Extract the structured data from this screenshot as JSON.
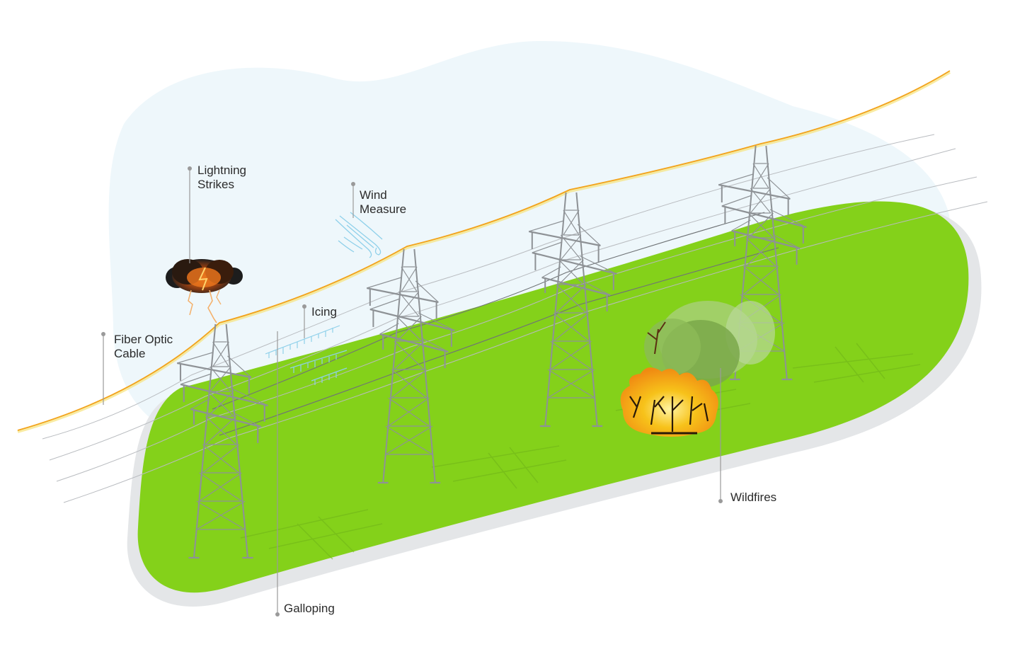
{
  "labels": {
    "lightning": [
      "Lightning",
      "Strikes"
    ],
    "wind": [
      "Wind",
      "Measure"
    ],
    "icing": [
      "Icing"
    ],
    "fiber": [
      "Fiber Optic",
      "Cable"
    ],
    "galloping": [
      "Galloping"
    ],
    "wildfires": [
      "Wildfires"
    ]
  },
  "colors": {
    "sky": "#eef7fb",
    "ground": "#84d11a",
    "ground_shadow": "#e4e6e8",
    "fiber_cable": "#f2a21b",
    "tower": "#8e9296",
    "fire": "#f7c21a",
    "smoke": "#7aa84a",
    "cloud": "#1d1d1d",
    "ice_wind": "#8fd0ea"
  },
  "icons": [
    "lightning-cloud-icon",
    "wind-gust-icon",
    "icicles-icon",
    "wildfire-icon",
    "transmission-tower-icon"
  ]
}
